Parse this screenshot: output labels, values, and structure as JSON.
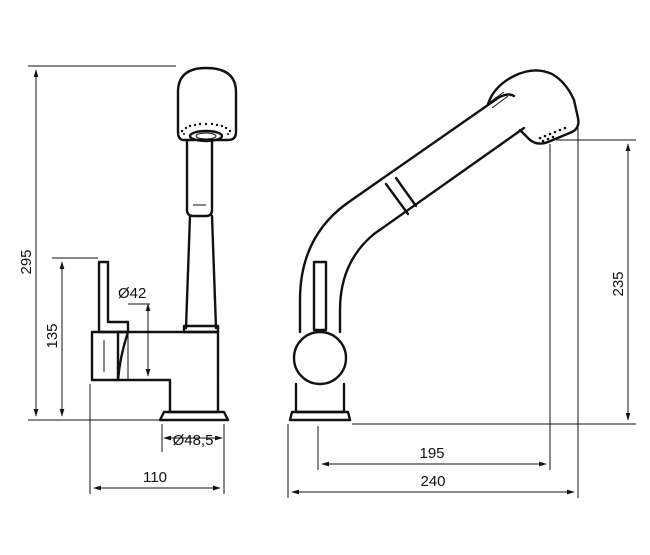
{
  "dimensions": {
    "left_height_total": "295",
    "left_height_lever": "135",
    "body_diameter": "Ø42",
    "base_diameter": "Ø48,5",
    "left_width": "110",
    "right_height_outlet": "235",
    "reach": "195",
    "right_width_total": "240"
  }
}
